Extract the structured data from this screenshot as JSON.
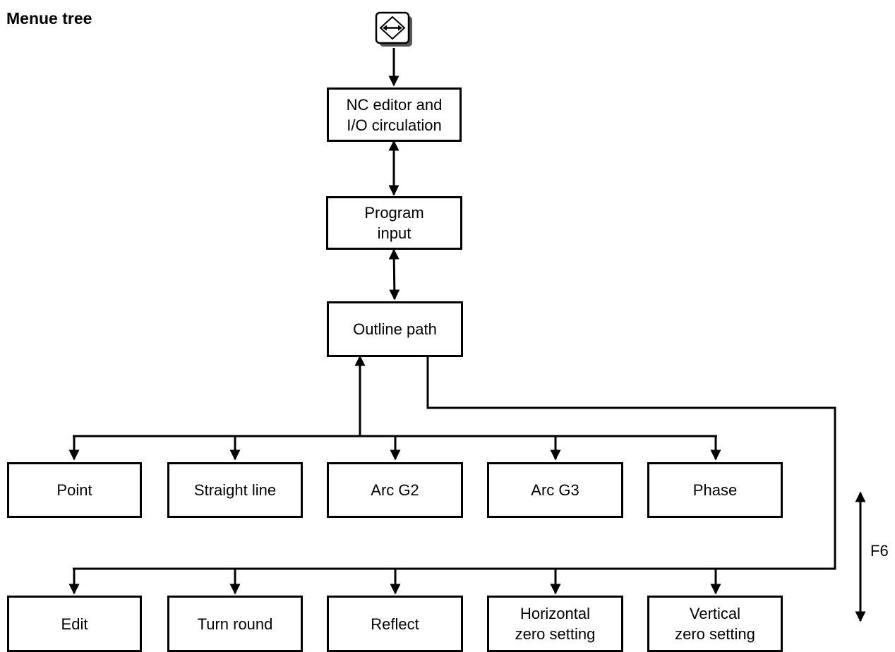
{
  "title": "Menue tree",
  "key_icon": "cursor-left-right-key-icon",
  "nodes": {
    "nc_editor": "NC editor and\nI/O circulation",
    "program_input": "Program\ninput",
    "outline_path": "Outline path",
    "row1": [
      "Point",
      "Straight line",
      "Arc G2",
      "Arc G3",
      "Phase"
    ],
    "row2": [
      "Edit",
      "Turn round",
      "Reflect",
      "Horizontal\nzero setting",
      "Vertical\nzero setting"
    ]
  },
  "softkey_label": "F6"
}
